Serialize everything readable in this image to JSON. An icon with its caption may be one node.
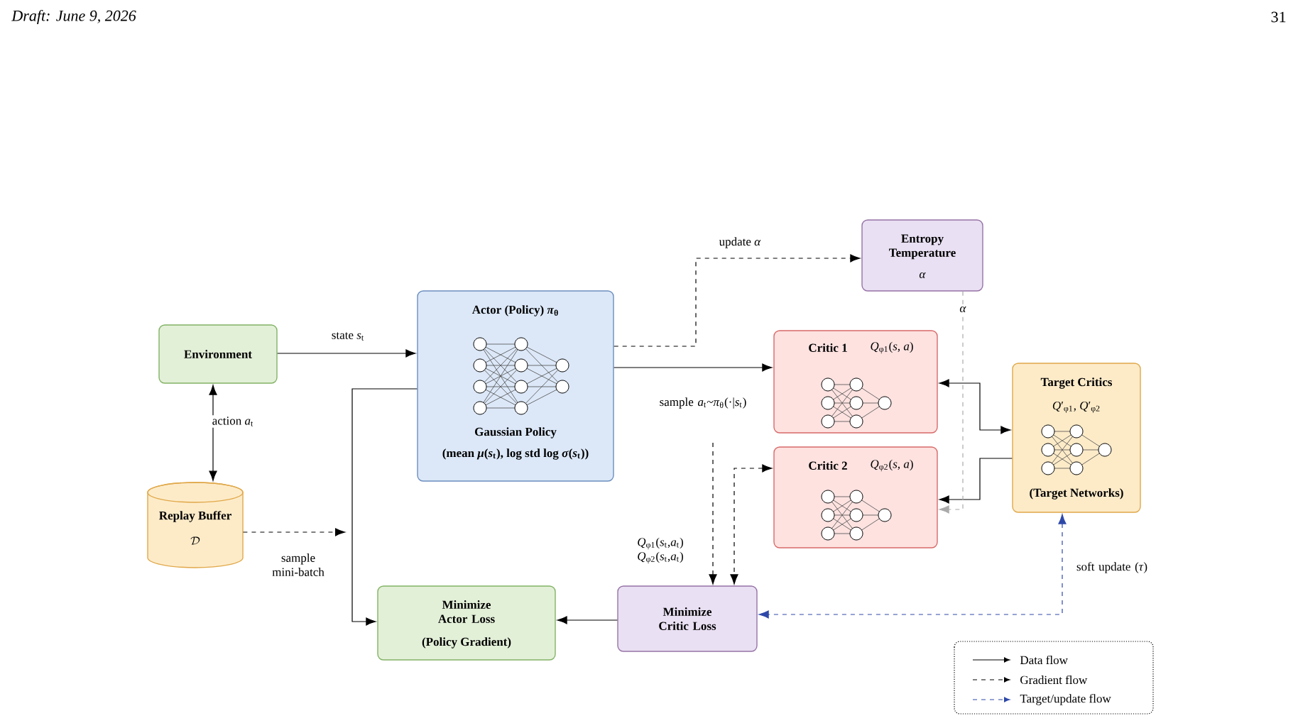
{
  "diagram": {
    "nodes": [
      {
        "text": [
          "Environment"
        ]
      },
      {
        "text": [
          "Replay Buffer",
          "\\mathcal{D}"
        ]
      },
      {
        "text": [
          "Actor (Policy) *π*$_{θ}$",
          "Gaussian Policy",
          "(mean *μ*(*s*$_{t}$), log std log *σ*(*s*$_{t}$))"
        ]
      },
      {
        "text": [
          "Entropy Temperature",
          "*α*"
        ]
      },
      {
        "text": [
          "Critic 1",
          "*Q*$_{φ1}$(*s*, *a*)"
        ]
      },
      {
        "text": [
          "Critic 2",
          "*Q*$_{φ2}$(*s*, *a*)"
        ]
      },
      {
        "text": [
          "Target Critics",
          "*Q*′$_{φ1}$, *Q*′$_{φ2}$",
          "(Target Networks)"
        ]
      },
      {
        "text": [
          "Minimize Actor Loss",
          "(Policy Gradient)"
        ]
      },
      {
        "text": [
          "Minimize Critic Loss"
        ]
      }
    ],
    "edges": [
      {
        "from": 0,
        "to": 2,
        "arrow": "to",
        "label": "state *s*$_{t}$"
      },
      {
        "from": 0,
        "to": 1,
        "arrow": "both",
        "label": "action *a*$_{t}$"
      },
      {
        "from": 2,
        "to": 3,
        "arrow": "to",
        "style": "dashed",
        "label": "update *α*"
      },
      {
        "from": 2,
        "to": 4,
        "arrow": "to",
        "label": "sample *a*$_{t}$~*π*$_{θ}$(·|*s*$_{t}$)"
      },
      {
        "from": null,
        "to": 8,
        "arrow": "to",
        "style": "dashed",
        "label": "*Q*$_{φ1}$(*s*$_{t}$,*a*$_{t}$) *Q*$_{φ2}$(*s*$_{t}$,*a*$_{t}$)"
      },
      {
        "from": 5,
        "to": 8,
        "arrow": "both",
        "style": "dashed"
      },
      {
        "from": 6,
        "to": 4,
        "arrow": "both"
      },
      {
        "from": 6,
        "to": 5,
        "arrow": "to"
      },
      {
        "from": 3,
        "to": 5,
        "arrow": "to",
        "style": "dashed",
        "color": "#aaaaaa",
        "label": "*α*"
      },
      {
        "from": 8,
        "to": 7,
        "arrow": "to"
      },
      {
        "from": 2,
        "to": 7,
        "arrow": "to"
      },
      {
        "from": 1,
        "to": null,
        "arrow": "to",
        "style": "dashed",
        "label": "sample mini-batch"
      },
      {
        "from": 6,
        "to": 8,
        "arrow": "both",
        "style": "dashed",
        "color": "#2e48a8",
        "label": "soft update (*τ*)"
      }
    ],
    "labels": [
      "Draft: June 9, 2026",
      "31"
    ],
    "legend": [
      {
        "text": "Data flow"
      },
      {
        "text": "Gradient flow"
      },
      {
        "text": "Target/update flow"
      }
    ]
  }
}
